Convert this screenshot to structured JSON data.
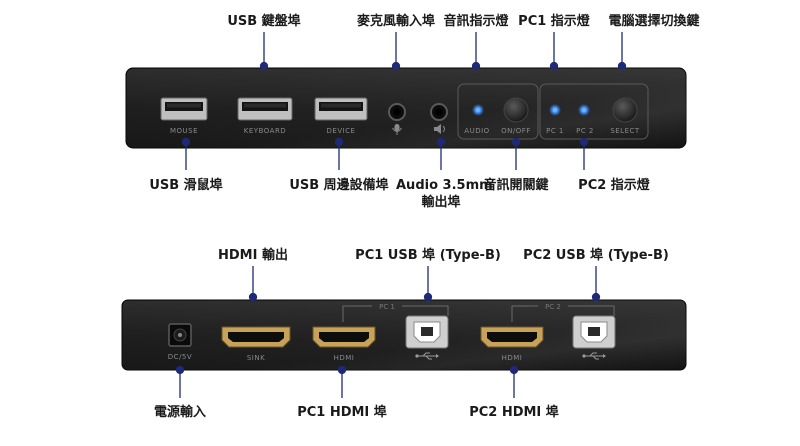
{
  "front_panel": {
    "callouts": {
      "usb_keyboard": "USB 鍵盤埠",
      "mic_input": "麥克風輸入埠",
      "audio_indicator": "音訊指示燈",
      "pc1_indicator": "PC1 指示燈",
      "pc_select": "電腦選擇切換鍵",
      "usb_mouse": "USB 滑鼠埠",
      "usb_peripheral": "USB 周邊設備埠",
      "audio_out_line1": "Audio 3.5mm",
      "audio_out_line2": "輸出埠",
      "audio_switch": "音訊開關鍵",
      "pc2_indicator": "PC2 指示燈"
    },
    "port_labels": {
      "mouse": "MOUSE",
      "keyboard": "KEYBOARD",
      "device": "DEVICE",
      "audio": "AUDIO",
      "on_off": "ON/OFF",
      "pc1": "PC 1",
      "pc2": "PC 2",
      "select": "SELECT"
    },
    "icons": [
      "microphone-icon",
      "speaker-icon"
    ]
  },
  "rear_panel": {
    "callouts": {
      "hdmi_out": "HDMI 輸出",
      "pc1_usb": "PC1 USB 埠 (Type-B)",
      "pc2_usb": "PC2 USB 埠 (Type-B)",
      "power_in": "電源輸入",
      "pc1_hdmi": "PC1 HDMI 埠",
      "pc2_hdmi": "PC2 HDMI 埠"
    },
    "port_labels": {
      "dc": "DC/5V",
      "sink": "SINK",
      "hdmi1": "HDMI",
      "hdmi2": "HDMI",
      "group_pc1": "PC 1",
      "group_pc2": "PC 2"
    },
    "icons": [
      "usb-icon"
    ]
  },
  "colors": {
    "leader_line": "#1e2a78",
    "led": "#3a8cff",
    "panel": "#1c1c1c"
  }
}
